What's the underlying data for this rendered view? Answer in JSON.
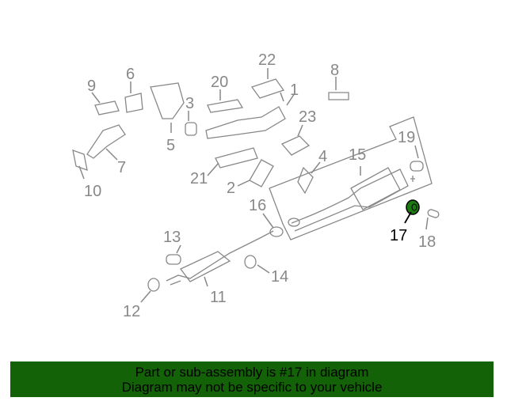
{
  "diagram": {
    "highlight_part": "17",
    "highlight_color": "#1d7a12",
    "labels": {
      "p1": "1",
      "p2": "2",
      "p3": "3",
      "p4": "4",
      "p5": "5",
      "p6": "6",
      "p7": "7",
      "p8": "8",
      "p9": "9",
      "p10": "10",
      "p11": "11",
      "p12": "12",
      "p13": "13",
      "p14": "14",
      "p15": "15",
      "p16": "16",
      "p17": "17",
      "p18": "18",
      "p19": "19",
      "p20": "20",
      "p21": "21",
      "p22": "22",
      "p23": "23"
    }
  },
  "banner": {
    "line1": "Part or sub-assembly is #17 in diagram",
    "line2": "Diagram may not be specific to your vehicle"
  }
}
